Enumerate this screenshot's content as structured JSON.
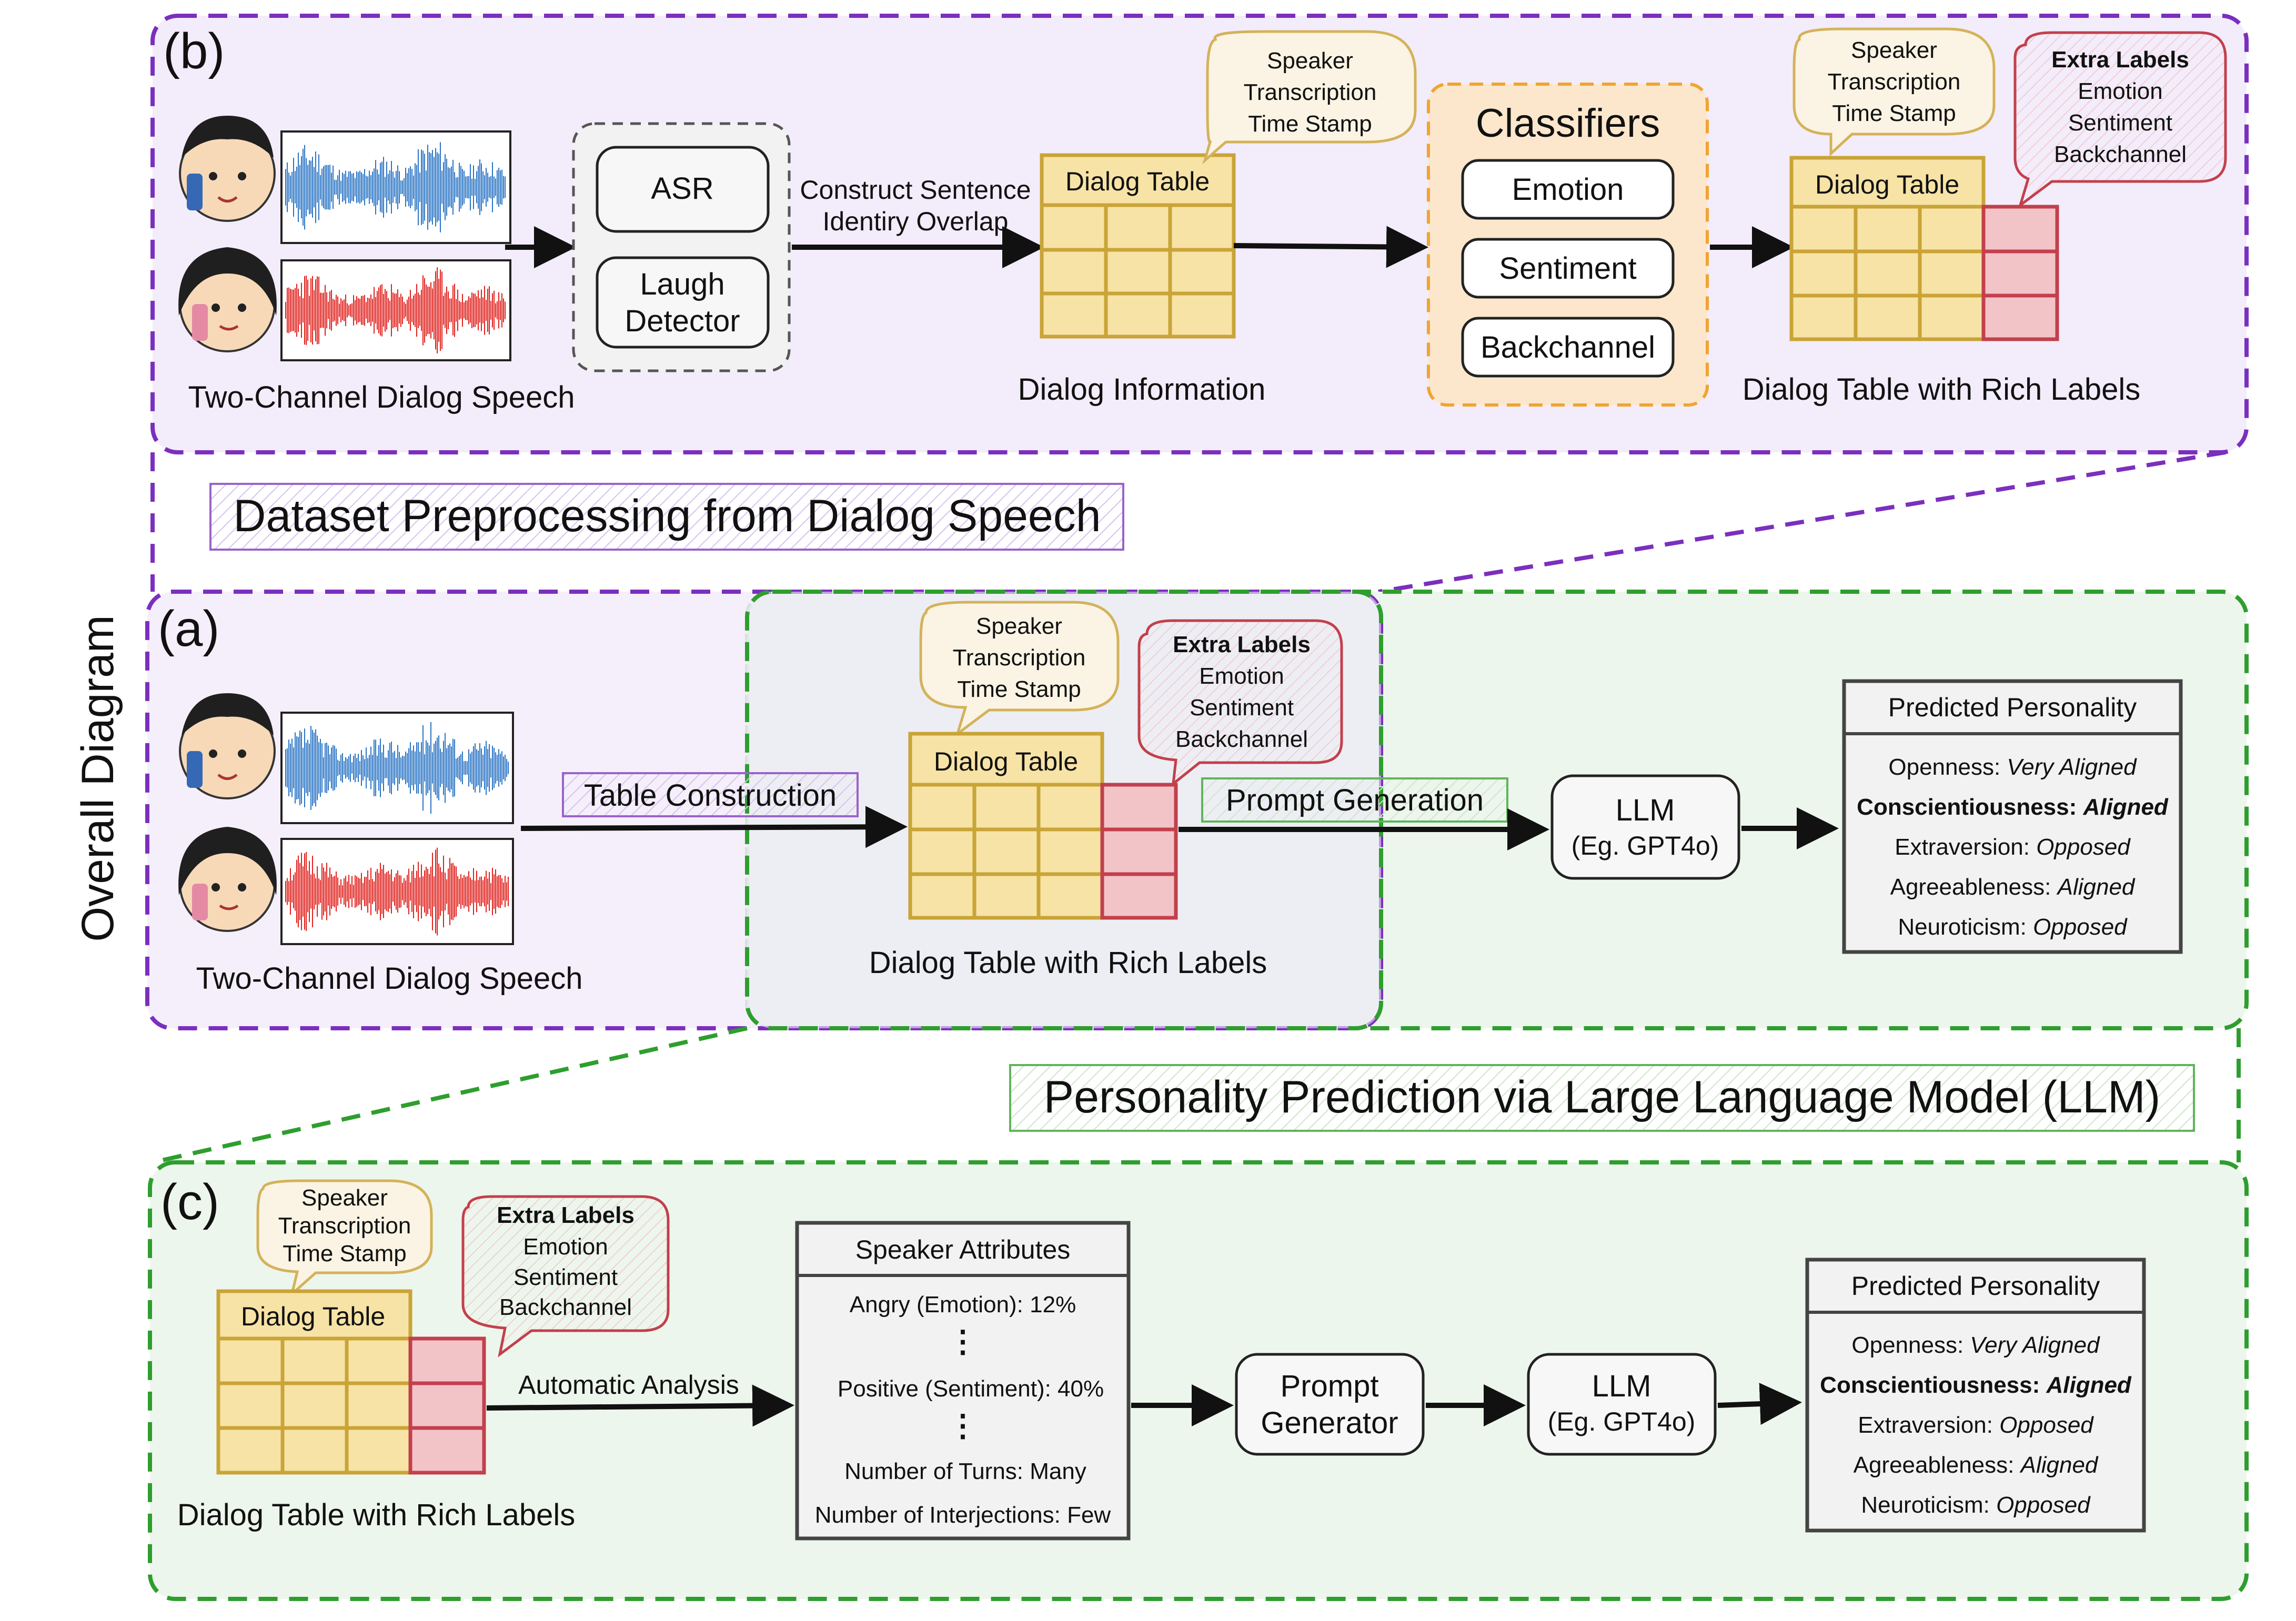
{
  "side_title": "Overall Diagram",
  "panel_b": {
    "letter": "(b)",
    "caption": "Dataset Preprocessing from Dialog Speech",
    "speech_label": "Two-Channel Dialog Speech",
    "asr": "ASR",
    "laugh_1": "Laugh",
    "laugh_2": "Detector",
    "edge_1": "Construct Sentence",
    "edge_2": "Identiry Overlap",
    "table_title": "Dialog Table",
    "table_label": "Dialog Information",
    "bubble": [
      "Speaker",
      "Transcription",
      "Time Stamp"
    ],
    "classifiers_title": "Classifiers",
    "classifiers": [
      "Emotion",
      "Sentiment",
      "Backchannel"
    ],
    "rich_table_title": "Dialog Table",
    "rich_label": "Dialog Table with Rich Labels",
    "bubble2": [
      "Speaker",
      "Transcription",
      "Time Stamp"
    ],
    "extra_title": "Extra Labels",
    "extra_items": [
      "Emotion",
      "Sentiment",
      "Backchannel"
    ]
  },
  "panel_a": {
    "letter": "(a)",
    "caption": "Personality Prediction via Large Language Model (LLM)",
    "speech_label": "Two-Channel Dialog Speech",
    "table_construction": "Table Construction",
    "bubble": [
      "Speaker",
      "Transcription",
      "Time Stamp"
    ],
    "extra_title": "Extra Labels",
    "extra_items": [
      "Emotion",
      "Sentiment",
      "Backchannel"
    ],
    "table_title": "Dialog Table",
    "table_label": "Dialog Table with Rich Labels",
    "prompt_generation": "Prompt Generation",
    "llm_1": "LLM",
    "llm_2": "(Eg. GPT4o)",
    "pred_title": "Predicted Personality",
    "traits": [
      {
        "name": "Openness: ",
        "value": "Very Aligned",
        "bold": false
      },
      {
        "name": "Conscientiousness: ",
        "value": "Aligned",
        "bold": true
      },
      {
        "name": "Extraversion: ",
        "value": "Opposed",
        "bold": false
      },
      {
        "name": "Agreeableness: ",
        "value": "Aligned",
        "bold": false
      },
      {
        "name": "Neuroticism: ",
        "value": "Opposed",
        "bold": false
      }
    ]
  },
  "panel_c": {
    "letter": "(c)",
    "bubble": [
      "Speaker",
      "Transcription",
      "Time Stamp"
    ],
    "extra_title": "Extra Labels",
    "extra_items": [
      "Emotion",
      "Sentiment",
      "Backchannel"
    ],
    "table_title": "Dialog Table",
    "table_label": "Dialog Table with Rich Labels",
    "edge": "Automatic Analysis",
    "attr_title": "Speaker Attributes",
    "attrs": [
      "Angry (Emotion): 12%",
      "Positive (Sentiment): 40%",
      "Number of Turns: Many",
      "Number of Interjections: Few"
    ],
    "ellipsis": "⋮",
    "prompt_1": "Prompt",
    "prompt_2": "Generator",
    "llm_1": "LLM",
    "llm_2": "(Eg. GPT4o)",
    "pred_title": "Predicted Personality",
    "traits": [
      {
        "name": "Openness: ",
        "value": "Very Aligned",
        "bold": false
      },
      {
        "name": "Conscientiousness: ",
        "value": "Aligned",
        "bold": true
      },
      {
        "name": "Extraversion: ",
        "value": "Opposed",
        "bold": false
      },
      {
        "name": "Agreeableness: ",
        "value": "Aligned",
        "bold": false
      },
      {
        "name": "Neuroticism: ",
        "value": "Opposed",
        "bold": false
      }
    ]
  },
  "colors": {
    "purple": "#7b2fbe",
    "green": "#2e9e2e",
    "purple_fill": "#f3ecfa",
    "green_fill": "#edf6ec",
    "table_fill": "#f7e3a6",
    "table_stroke": "#c9a437",
    "extra_fill": "#f2c4c8",
    "extra_stroke": "#c2404c",
    "classifier_fill": "#fde7cc",
    "classifier_stroke": "#f0a530",
    "wave_blue": "#2a74c4",
    "wave_red": "#e0201c"
  }
}
